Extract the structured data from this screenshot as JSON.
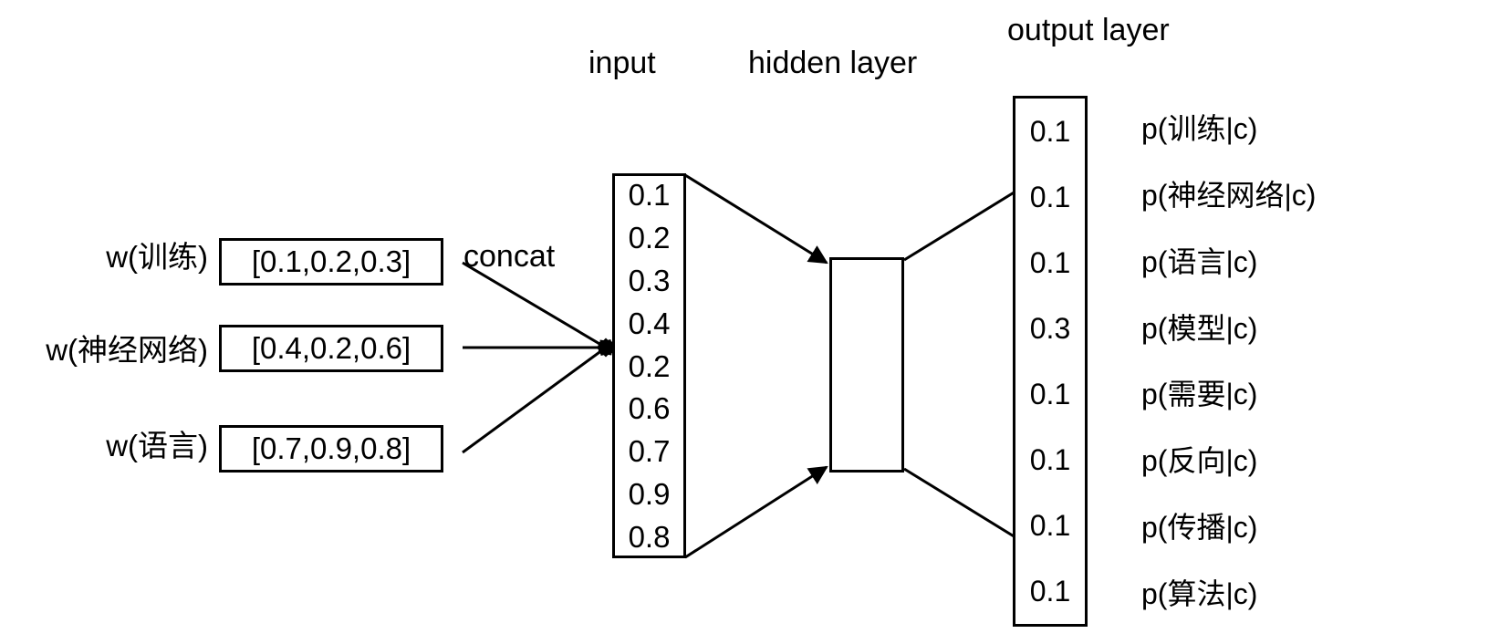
{
  "titles": {
    "input": "input",
    "hidden": "hidden layer",
    "output": "output layer"
  },
  "concat": {
    "label": "concat"
  },
  "words": [
    {
      "label": "w(训练)",
      "vector": "[0.1,0.2,0.3]"
    },
    {
      "label": "w(神经网络)",
      "vector": "[0.4,0.2,0.6]"
    },
    {
      "label": "w(语言)",
      "vector": "[0.7,0.9,0.8]"
    }
  ],
  "input_vector": [
    "0.1",
    "0.2",
    "0.3",
    "0.4",
    "0.2",
    "0.6",
    "0.7",
    "0.9",
    "0.8"
  ],
  "output": [
    {
      "value": "0.1",
      "prob": "p(训练|c)"
    },
    {
      "value": "0.1",
      "prob": "p(神经网络|c)"
    },
    {
      "value": "0.1",
      "prob": "p(语言|c)"
    },
    {
      "value": "0.3",
      "prob": "p(模型|c)"
    },
    {
      "value": "0.1",
      "prob": "p(需要|c)"
    },
    {
      "value": "0.1",
      "prob": "p(反向|c)"
    },
    {
      "value": "0.1",
      "prob": "p(传播|c)"
    },
    {
      "value": "0.1",
      "prob": "p(算法|c)"
    }
  ],
  "colors": {
    "stroke": "#000000",
    "background": "#ffffff"
  }
}
